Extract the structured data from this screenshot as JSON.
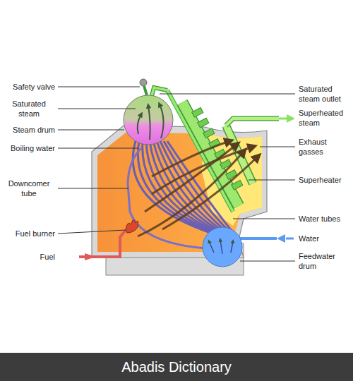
{
  "diagram": {
    "labels": [
      "Safety valve",
      "Saturated steam",
      "Steam drum",
      "Boiling water",
      "Downcomer tube",
      "Fuel burner",
      "Fuel",
      "Saturated steam outlet",
      "Superheated steam",
      "Exhaust gasses",
      "Superheater",
      "Water tubes",
      "Water",
      "Feedwater drum",
      "Abadis Dictionary"
    ]
  }
}
